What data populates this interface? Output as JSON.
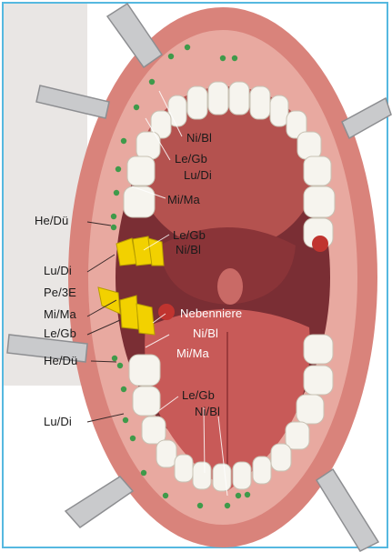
{
  "figure": {
    "title": "",
    "labels": {
      "upper_ni_bl": "Ni/Bl",
      "upper_le_gb": "Le/Gb",
      "upper_lu_di": "Lu/Di",
      "upper_mi_ma": "Mi/Ma",
      "left_he_du": "He/Dü",
      "upper_le_gb_2": "Le/Gb",
      "upper_ni_bl_2": "Ni/Bl",
      "left_lu_di": "Lu/Di",
      "left_pe_3e": "Pe/3E",
      "left_mi_ma": "Mi/Ma",
      "left_le_gb": "Le/Gb",
      "left_he_du_2": "He/Dü",
      "left_lu_di_2": "Lu/Di",
      "nebenniere": "Nebenniere",
      "lower_ni_bl": "Ni/Bl",
      "lower_mi_ma": "Mi/Ma",
      "lower_le_gb": "Le/Gb",
      "lower_ni_bl_2": "Ni/Bl"
    },
    "colors": {
      "lip": "#d9837b",
      "gum": "#e8a9a0",
      "mouth_interior": "#7a2e34",
      "palate": "#b4524f",
      "tongue": "#c85a58",
      "tooth": "#f6f4ee",
      "acupoint": "#3f9a4a",
      "highlight_tooth": "#f2d100",
      "retractor": "#c9cacc",
      "frame": "#55b8e0"
    }
  }
}
